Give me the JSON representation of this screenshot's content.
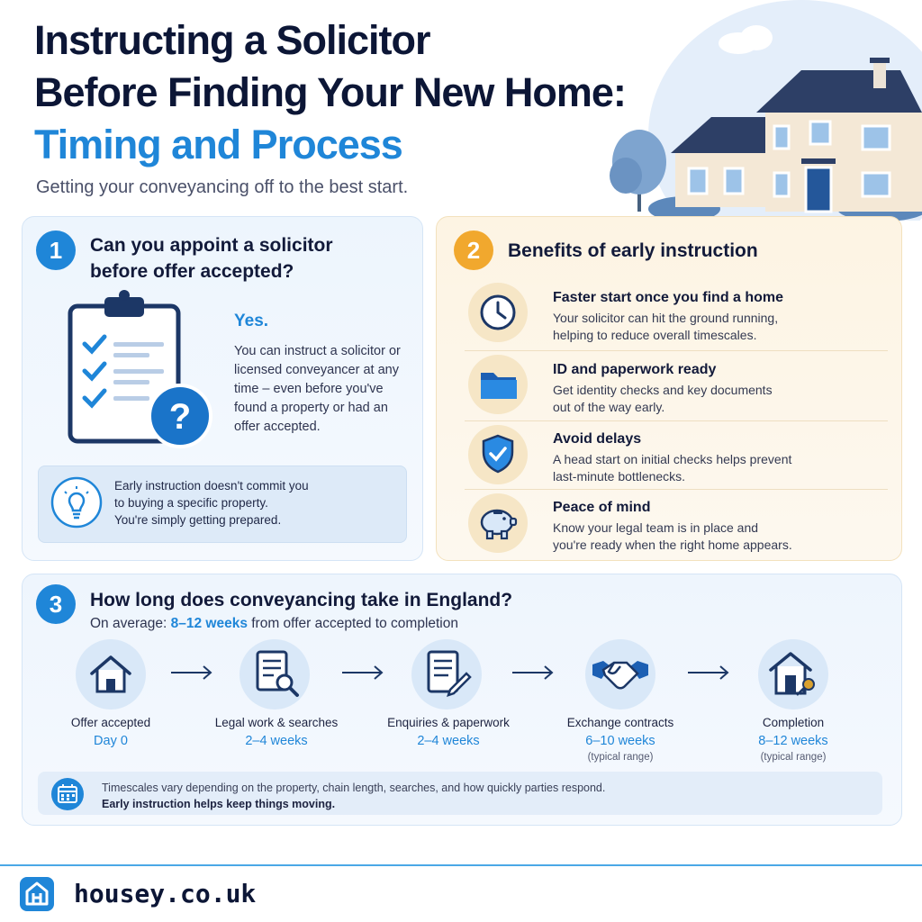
{
  "header": {
    "title_line1": "Instructing a Solicitor",
    "title_line2": "Before Finding Your New Home:",
    "title_line3": "Timing and Process",
    "subtitle": "Getting your conveyancing off to the best start."
  },
  "section1": {
    "number": "1",
    "title_line1": "Can you appoint a solicitor",
    "title_line2": "before offer accepted?",
    "answer": "Yes.",
    "body": "You can instruct a solicitor or licensed conveyancer at any time – even before you've found a property or had an offer accepted.",
    "tip_line1": "Early instruction doesn't commit you",
    "tip_line2": "to buying a specific property.",
    "tip_line3": "You're simply getting prepared."
  },
  "section2": {
    "number": "2",
    "title": "Benefits of early instruction",
    "benefits": [
      {
        "title": "Faster start once you find a home",
        "body_line1": "Your solicitor can hit the ground running,",
        "body_line2": "helping to reduce overall timescales.",
        "icon": "clock-icon"
      },
      {
        "title": "ID and paperwork ready",
        "body_line1": "Get identity checks and key documents",
        "body_line2": "out of the way early.",
        "icon": "folder-icon"
      },
      {
        "title": "Avoid delays",
        "body_line1": "A head start on initial checks helps prevent",
        "body_line2": "last-minute bottlenecks.",
        "icon": "shield-check-icon"
      },
      {
        "title": "Peace of mind",
        "body_line1": "Know your legal team is in place and",
        "body_line2": "you're ready when the right home appears.",
        "icon": "piggy-bank-icon"
      }
    ]
  },
  "section3": {
    "number": "3",
    "title": "How long does conveyancing take in England?",
    "avg_prefix": "On average: ",
    "avg_highlight": "8–12 weeks",
    "avg_suffix": " from offer accepted to completion",
    "steps": [
      {
        "name": "Offer accepted",
        "time": "Day 0",
        "note": "",
        "icon": "house-icon"
      },
      {
        "name": "Legal work & searches",
        "time": "2–4 weeks",
        "note": "",
        "icon": "document-search-icon"
      },
      {
        "name": "Enquiries & paperwork",
        "time": "2–4 weeks",
        "note": "",
        "icon": "document-pen-icon"
      },
      {
        "name": "Exchange contracts",
        "time": "6–10 weeks",
        "note": "(typical range)",
        "icon": "handshake-icon"
      },
      {
        "name": "Completion",
        "time": "8–12 weeks",
        "note": "(typical range)",
        "icon": "house-key-icon"
      }
    ],
    "note_line1": "Timescales vary depending on the property, chain length, searches, and how quickly parties respond.",
    "note_line2": "Early instruction helps keep things moving."
  },
  "footer": {
    "brand": "housey.co.uk",
    "logo_icon": "housey-logo-icon"
  },
  "colors": {
    "accent_blue": "#1f86d8",
    "accent_amber": "#f1a82e",
    "navy": "#0c1636"
  }
}
